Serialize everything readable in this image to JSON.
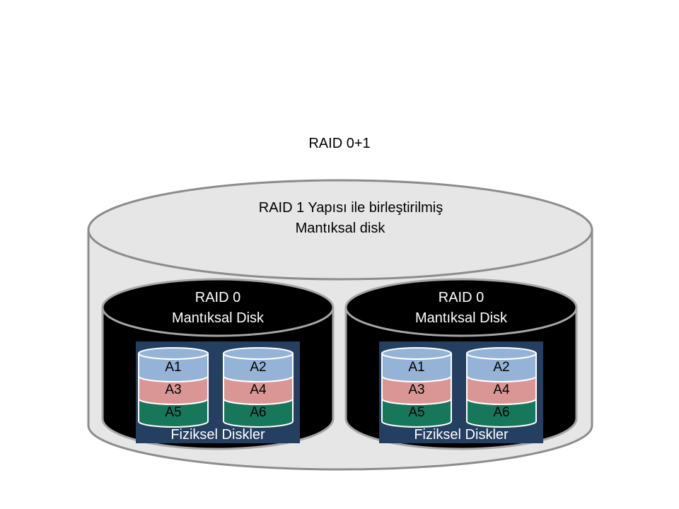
{
  "title": "RAID 0+1",
  "outer": {
    "line1": "RAID 1 Yapısı ile birleştirilmiş",
    "line2": "Mantıksal disk"
  },
  "groups": [
    {
      "line1": "RAID 0",
      "line2": "Mantıksal Disk",
      "disks": [
        {
          "segments": [
            "A1",
            "A3",
            "A5"
          ]
        },
        {
          "segments": [
            "A2",
            "A4",
            "A6"
          ]
        }
      ],
      "caption": "Fiziksel Diskler"
    },
    {
      "line1": "RAID 0",
      "line2": "Mantıksal Disk",
      "disks": [
        {
          "segments": [
            "A1",
            "A3",
            "A5"
          ]
        },
        {
          "segments": [
            "A2",
            "A4",
            "A6"
          ]
        }
      ],
      "caption": "Fiziksel Diskler"
    }
  ],
  "colors": {
    "outer_body": "#e6e6e6",
    "outer_stroke": "#8c8c8c",
    "group_body": "#000000",
    "group_stroke": "#a6a6a6",
    "panel": "#243f60",
    "segment_1": "#95b3d7",
    "segment_2": "#d99694",
    "segment_3": "#17775a",
    "text_light": "#ffffff",
    "text_dark": "#000000"
  }
}
